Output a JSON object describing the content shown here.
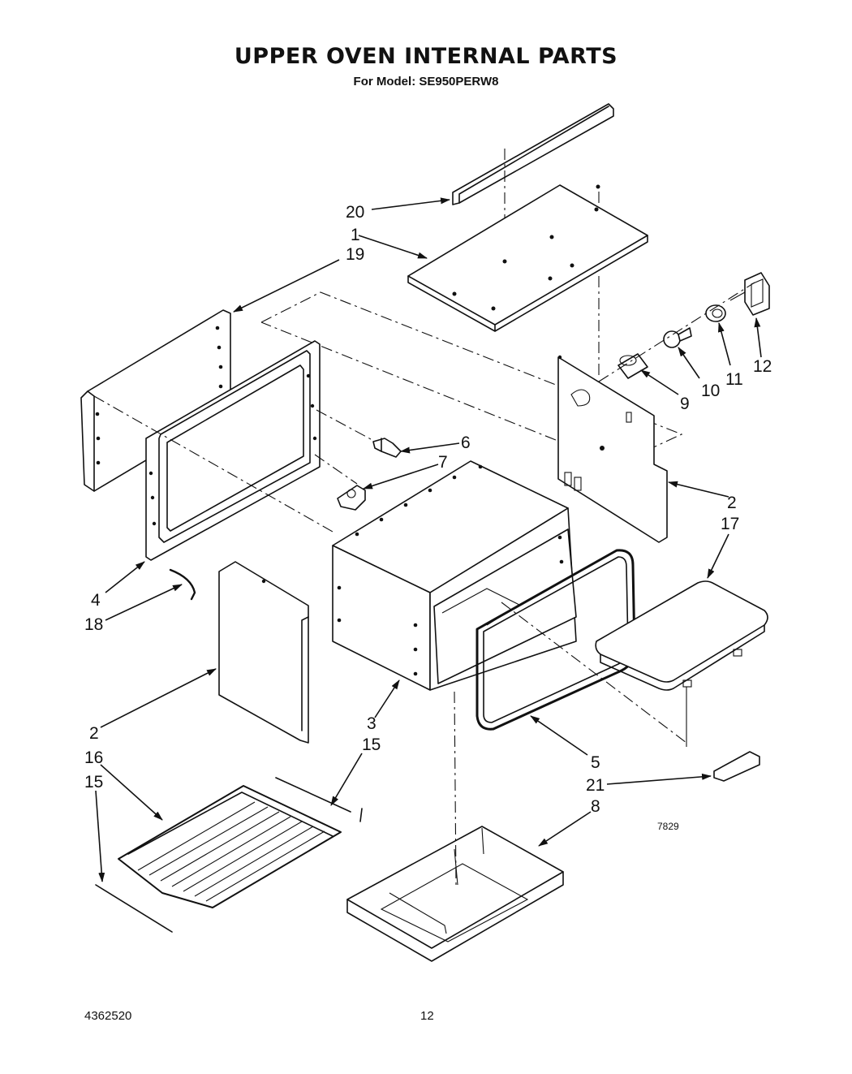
{
  "header": {
    "title": "UPPER OVEN INTERNAL PARTS",
    "subtitle": "For Model: SE950PERW8"
  },
  "footer": {
    "doc_number": "4362520",
    "page_number": "12"
  },
  "diagram_code": "7829",
  "callouts": {
    "c20": "20",
    "c1": "1",
    "c19": "19",
    "c12": "12",
    "c11": "11",
    "c10": "10",
    "c9": "9",
    "c6": "6",
    "c7": "7",
    "c2_right": "2",
    "c17": "17",
    "c4": "4",
    "c18": "18",
    "c2_left": "2",
    "c3": "3",
    "c16": "16",
    "c15_mid": "15",
    "c15_left": "15",
    "c5": "5",
    "c21": "21",
    "c8": "8"
  }
}
